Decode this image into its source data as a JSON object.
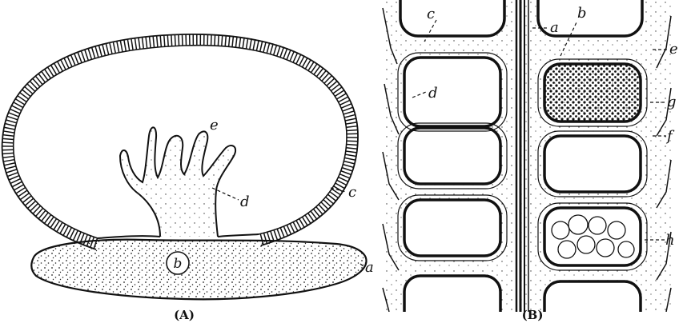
{
  "figure_a": {
    "caption": "(A)",
    "labels": {
      "a": "a",
      "b": "b",
      "c": "c",
      "d": "d",
      "e": "e"
    }
  },
  "figure_b": {
    "caption": "(B)",
    "labels": {
      "a": "a",
      "b": "b",
      "c": "c",
      "d": "d",
      "e": "e",
      "f": "f",
      "g": "g",
      "h": "h"
    }
  },
  "colors": {
    "ink": "#111111",
    "paper": "#ffffff"
  }
}
